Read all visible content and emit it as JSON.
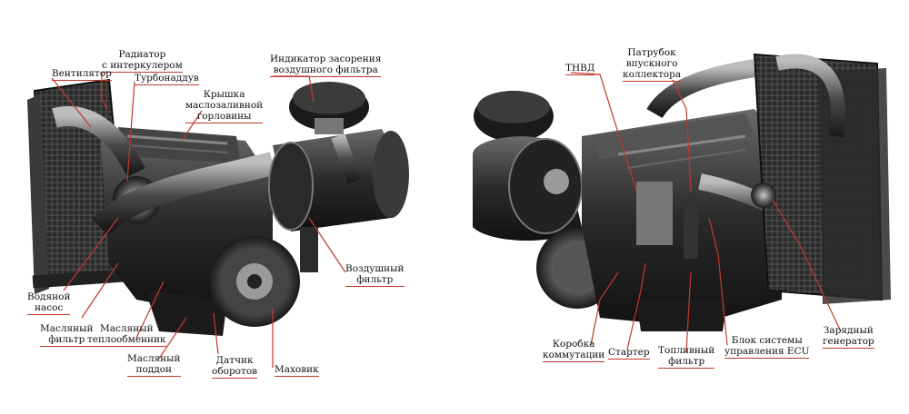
{
  "left_labels": {
    "radiator": [
      "Радиатор",
      "с интеркулером"
    ],
    "fan": [
      "Вентилятор"
    ],
    "turbo": [
      "Турбонаддув"
    ],
    "oil_cap": [
      "Крышка",
      "маслозаливной",
      "горловины"
    ],
    "air_filter_indicator": [
      "Индикатор засорения",
      "воздушного фильтра"
    ],
    "air_filter": [
      "Воздушный",
      "фильтр"
    ],
    "water_pump": [
      "Водяной",
      "насос"
    ],
    "oil_filter": [
      "Масляный",
      "фильтр"
    ],
    "oil_cooler": [
      "Масляный",
      "теплообменник"
    ],
    "oil_pan": [
      "Масляный",
      "поддон"
    ],
    "speed_sensor": [
      "Датчик",
      "оборотов"
    ],
    "flywheel": [
      "Маховик"
    ]
  },
  "right_labels": {
    "injection_pump": [
      "ТНВД"
    ],
    "intake_pipe": [
      "Патрубок",
      "впускного",
      "коллектора"
    ],
    "junction_box": [
      "Коробка",
      "коммутации"
    ],
    "starter": [
      "Стартер"
    ],
    "fuel_filter": [
      "Топливный",
      "фильтр"
    ],
    "ecu": [
      "Блок системы",
      "управления ECU"
    ],
    "alternator": [
      "Зарядный",
      "генератор"
    ]
  },
  "colors": {
    "leader": "#c0392b",
    "engine_dark": "#1a1a1a",
    "engine_mid": "#555555",
    "engine_light": "#9a9a9a"
  }
}
